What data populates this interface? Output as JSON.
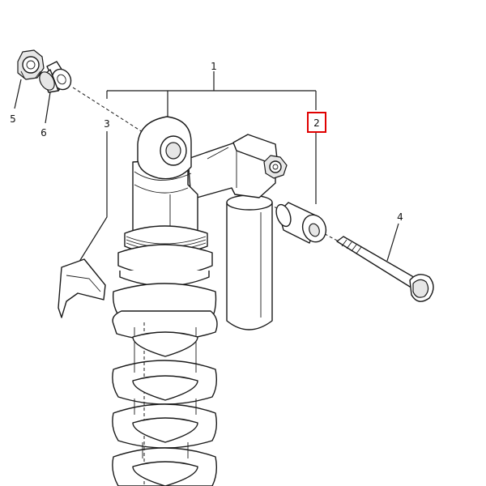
{
  "callouts": {
    "c1": "1",
    "c2": "2",
    "c3": "3",
    "c4": "4",
    "c5": "5",
    "c6": "6"
  },
  "highlight_color": "#e00000"
}
